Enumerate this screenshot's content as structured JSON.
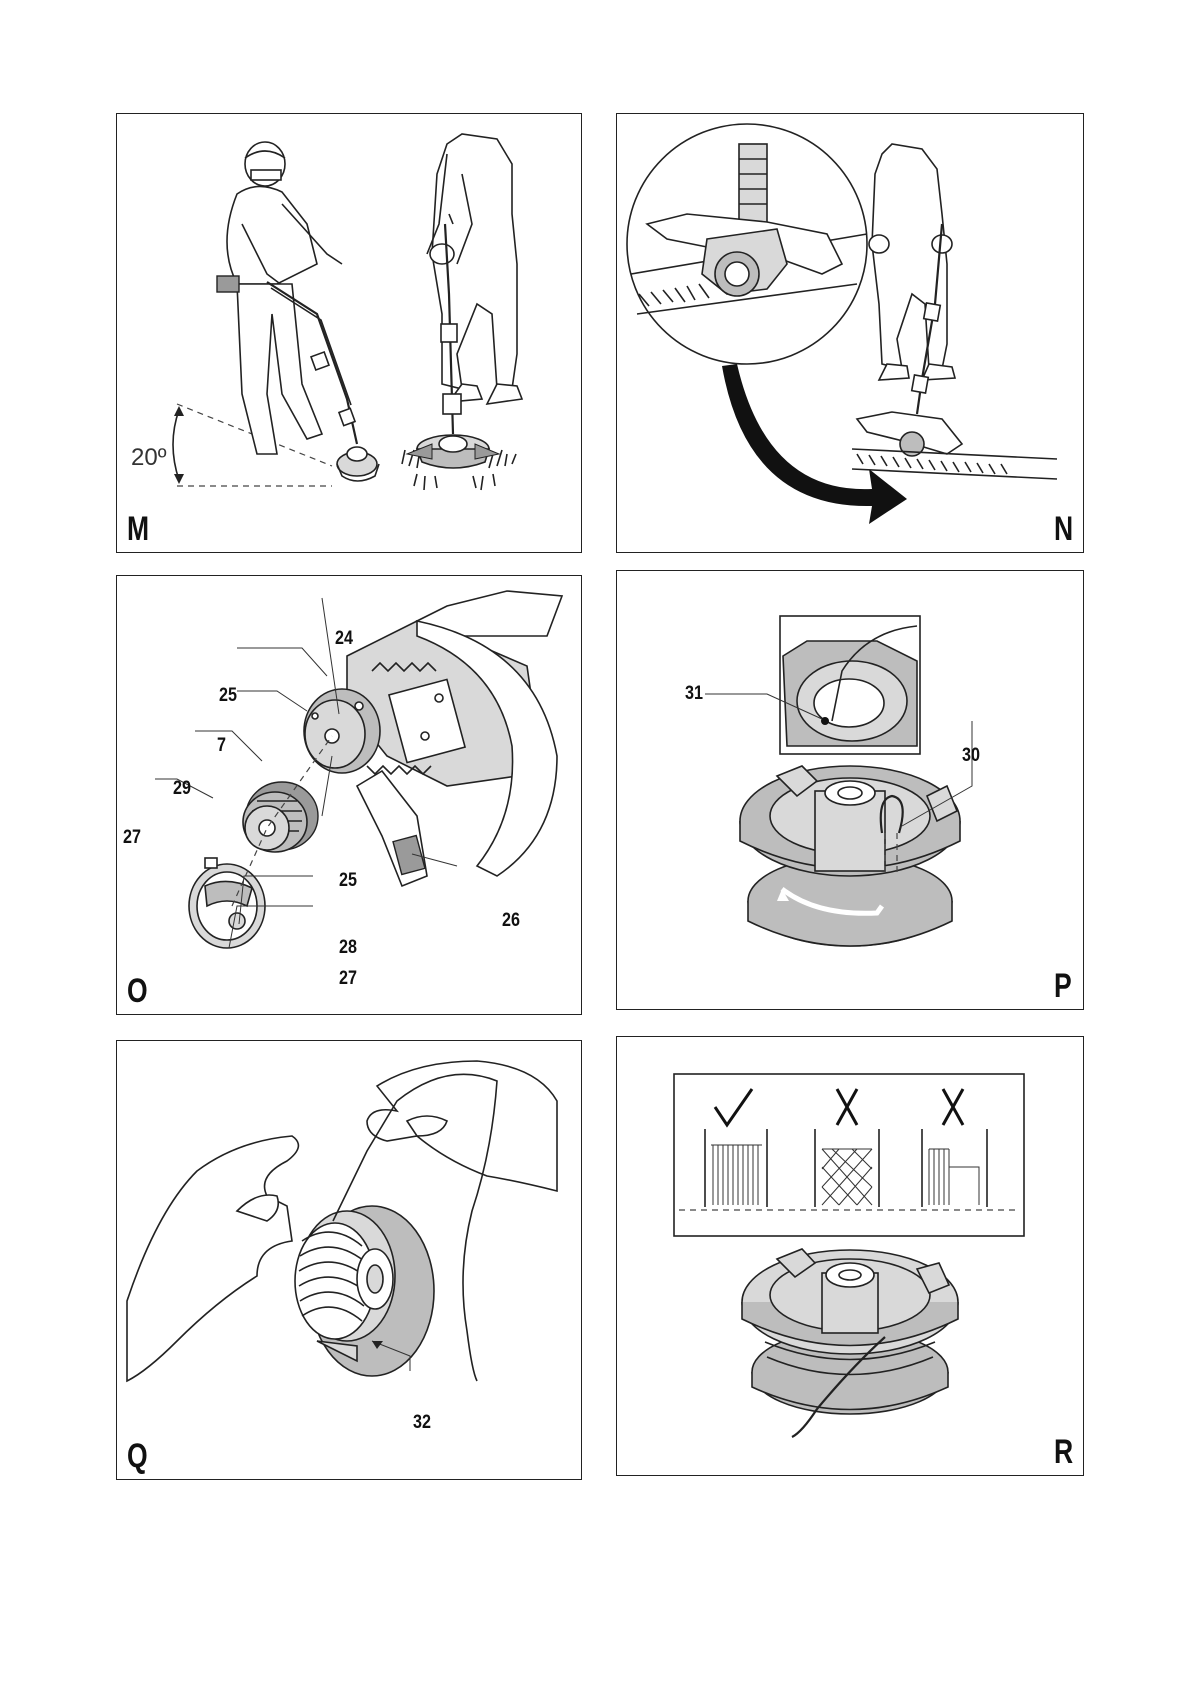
{
  "panels": {
    "M": {
      "letter": "M",
      "angle": "20º"
    },
    "N": {
      "letter": "N"
    },
    "O": {
      "letter": "O",
      "callouts": [
        "24",
        "25",
        "7",
        "29",
        "27",
        "25",
        "26",
        "28",
        "27"
      ]
    },
    "P": {
      "letter": "P",
      "callouts": [
        "31",
        "30"
      ]
    },
    "Q": {
      "letter": "Q",
      "callouts": [
        "32"
      ]
    },
    "R": {
      "letter": "R",
      "marks": [
        "check",
        "cross",
        "cross"
      ]
    }
  },
  "icons": [
    "check-mark-icon",
    "cross-mark-icon"
  ]
}
